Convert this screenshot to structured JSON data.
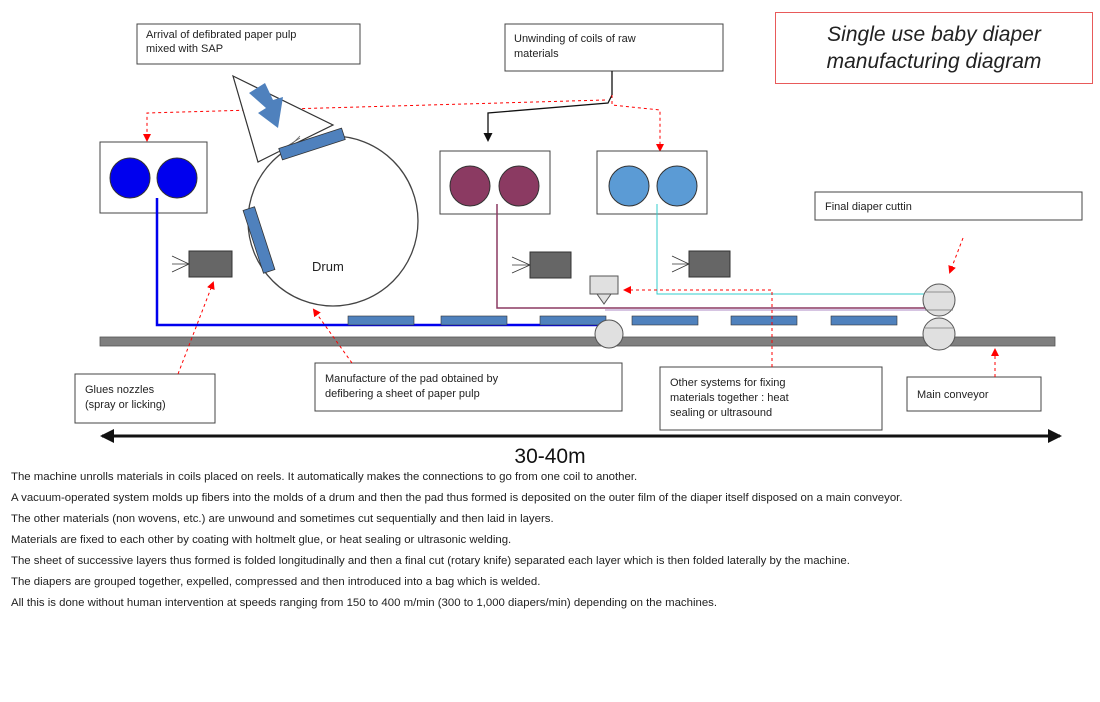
{
  "title": "Single use baby diaper manufacturing diagram",
  "callouts": {
    "pulp_arrival": [
      "Arrival of defibrated paper pulp",
      "mixed with SAP"
    ],
    "unwinding": [
      "Unwinding of coils of raw",
      "materials"
    ],
    "final_cut": "Final diaper cuttin",
    "glue_nozzles": [
      "Glues nozzles",
      "(spray or licking)"
    ],
    "pad_manufacture": [
      "Manufacture of the pad obtained by",
      "defibering a sheet of paper pulp"
    ],
    "fixing_systems": [
      "Other systems for fixing",
      "materials together : heat",
      "sealing or ultrasound"
    ],
    "main_conveyor": "Main conveyor"
  },
  "drum_label": "Drum",
  "length_label": "30-40m",
  "colors": {
    "reel_blue": "#0000ee",
    "reel_purple": "#8b3a62",
    "reel_lightblue": "#5b9bd5",
    "pad": "#4f81bd",
    "conveyor": "#7f7f7f",
    "callout_arrow": "#ff0000"
  },
  "paragraphs": [
    "The machine unrolls materials in coils placed on reels. It automatically makes the connections to go from one coil to another.",
    "A vacuum-operated system molds up fibers into the molds of a drum and then the pad thus formed is deposited on the outer film of the diaper itself disposed on a main conveyor.",
    "The other materials (non wovens, etc.) are unwound and sometimes cut sequentially and then laid in layers.",
    "Materials are fixed to each other by coating with holtmelt glue, or heat sealing or ultrasonic welding.",
    "The sheet of successive layers thus formed is folded longitudinally and then a final cut (rotary knife) separated each layer which is then folded laterally by the machine.",
    "The diapers are grouped together, expelled, compressed and then introduced into a bag which is welded.",
    "All this is done without human intervention at speeds ranging from 150 to 400 m/min (300 to 1,000 diapers/min) depending on the machines."
  ]
}
